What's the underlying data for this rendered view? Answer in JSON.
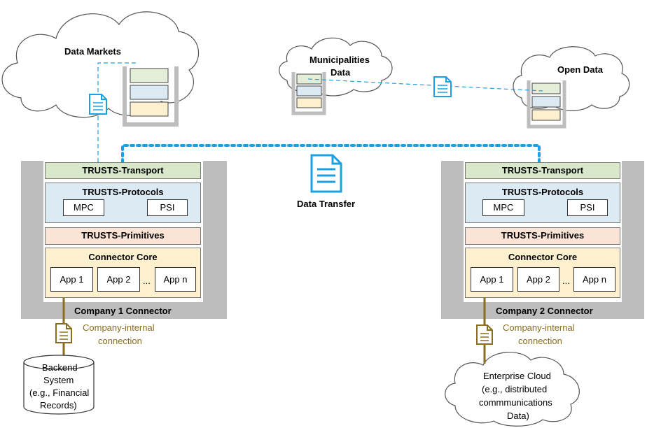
{
  "clouds": {
    "data_markets": "Data Markets",
    "municipalities_line1": "Municipalities",
    "municipalities_line2": "Data",
    "open_data": "Open Data",
    "enterprise_line1": "Enterprise Cloud",
    "enterprise_line2": "(e.g., distributed",
    "enterprise_line3": "commmunications",
    "enterprise_line4": "Data)"
  },
  "transfer_label": "Data Transfer",
  "connector1": {
    "transport": "TRUSTS-Transport",
    "protocols": "TRUSTS-Protocols",
    "mpc": "MPC",
    "psi": "PSI",
    "primitives": "TRUSTS-Primitives",
    "core": "Connector Core",
    "app1": "App 1",
    "app2": "App 2",
    "ellipsis": "...",
    "appn": "App n",
    "name": "Company 1 Connector"
  },
  "connector2": {
    "transport": "TRUSTS-Transport",
    "protocols": "TRUSTS-Protocols",
    "mpc": "MPC",
    "psi": "PSI",
    "primitives": "TRUSTS-Primitives",
    "core": "Connector Core",
    "app1": "App 1",
    "app2": "App 2",
    "ellipsis": "...",
    "appn": "App n",
    "name": "Company 2 Connector"
  },
  "internal1_line1": "Company-internal",
  "internal1_line2": "connection",
  "internal2_line1": "Company-internal",
  "internal2_line2": "connection",
  "backend": {
    "line1": "Backend",
    "line2": "System",
    "line3": "(e.g., Financial",
    "line4": "Records)"
  },
  "colors": {
    "dashed": "#1ba1e2",
    "transport": "#d9e8cb",
    "protocols": "#dbeaf3",
    "primitives": "#fbe3d6",
    "core": "#fdf0cf",
    "frame": "#bdbdbd",
    "brown": "#8a6d1f"
  }
}
